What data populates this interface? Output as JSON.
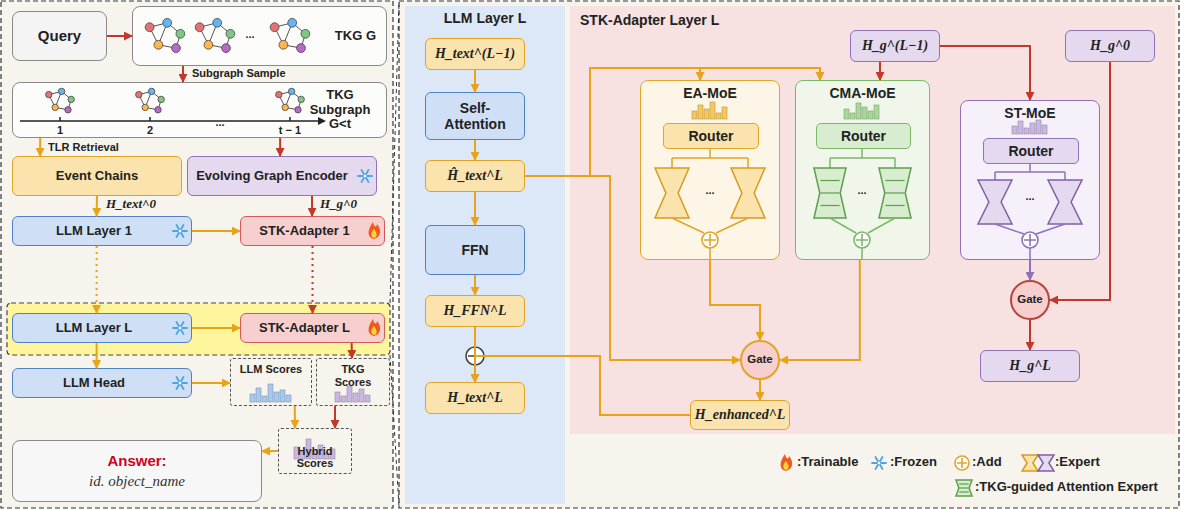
{
  "diagram": {
    "nodes": [
      {
        "text": [
          "Query"
        ]
      },
      {
        "text": [
          "TKG G"
        ]
      },
      {
        "text": [
          "TKG Subgraph G<t"
        ]
      },
      {
        "text": [
          "Event Chains"
        ]
      },
      {
        "text": [
          "Evolving Graph Encoder"
        ]
      },
      {
        "text": [
          "LLM Layer 1"
        ]
      },
      {
        "text": [
          "STK-Adapter 1"
        ]
      },
      {
        "text": [
          "LLM Layer L"
        ]
      },
      {
        "text": [
          "STK-Adapter L"
        ]
      },
      {
        "text": [
          "LLM Head"
        ]
      },
      {
        "text": [
          "LLM Scores"
        ]
      },
      {
        "text": [
          "TKG Scores"
        ]
      },
      {
        "text": [
          "Hybrid Scores"
        ]
      },
      {
        "text": [
          "Answer:",
          "id. object_name"
        ]
      },
      {
        "text": [
          "LLM Layer L"
        ]
      },
      {
        "text": [
          "H_text^(L−1)"
        ],
        "in": 14
      },
      {
        "text": [
          "Self-Attention"
        ],
        "in": 14
      },
      {
        "text": [
          "Ĥ_text^L"
        ],
        "in": 14
      },
      {
        "text": [
          "FFN"
        ],
        "in": 14
      },
      {
        "text": [
          "H_FFN^L"
        ],
        "in": 14
      },
      {
        "text": [
          "H_text^L"
        ],
        "in": 14
      },
      {
        "text": [
          "STK-Adapter Layer L"
        ]
      },
      {
        "text": [
          "H_g^(L−1)"
        ],
        "in": 21
      },
      {
        "text": [
          "H_g^0"
        ],
        "in": 21
      },
      {
        "text": [
          "EA-MoE"
        ],
        "in": 21
      },
      {
        "text": [
          "Router"
        ],
        "in": 24
      },
      {
        "text": [
          "CMA-MoE"
        ],
        "in": 21
      },
      {
        "text": [
          "Router"
        ],
        "in": 26
      },
      {
        "text": [
          "ST-MoE"
        ],
        "in": 21
      },
      {
        "text": [
          "Router"
        ],
        "in": 28
      },
      {
        "text": [
          "Gate"
        ],
        "in": 21
      },
      {
        "text": [
          "Gate"
        ],
        "in": 21
      },
      {
        "text": [
          "H_enhanced^L"
        ],
        "in": 21
      },
      {
        "text": [
          "H_g^L"
        ],
        "in": 21
      }
    ],
    "edges": [
      {
        "from": 0,
        "to": 1,
        "arrow": "to"
      },
      {
        "from": 1,
        "to": 2,
        "label": "Subgraph Sample",
        "arrow": "to"
      },
      {
        "from": 2,
        "to": 3,
        "label": "TLR Retrieval",
        "arrow": "to"
      },
      {
        "from": 2,
        "to": 4,
        "arrow": "to"
      },
      {
        "from": 3,
        "to": 5,
        "label": "H_text^0",
        "arrow": "to"
      },
      {
        "from": 4,
        "to": 6,
        "label": "H_g^0",
        "arrow": "to"
      },
      {
        "from": 5,
        "to": 6,
        "arrow": "to"
      },
      {
        "from": 5,
        "to": 7,
        "arrow": "to"
      },
      {
        "from": 6,
        "to": 8,
        "arrow": "to"
      },
      {
        "from": 7,
        "to": 8,
        "arrow": "to"
      },
      {
        "from": 7,
        "to": 9,
        "arrow": "to"
      },
      {
        "from": 9,
        "to": 10,
        "arrow": "to"
      },
      {
        "from": 8,
        "to": 11,
        "arrow": "to"
      },
      {
        "from": 10,
        "to": 12,
        "arrow": "to"
      },
      {
        "from": 11,
        "to": 12,
        "arrow": "to"
      },
      {
        "from": 12,
        "to": 13,
        "arrow": "to"
      },
      {
        "from": 15,
        "to": 16,
        "arrow": "to"
      },
      {
        "from": 16,
        "to": 17,
        "arrow": "to"
      },
      {
        "from": 17,
        "to": 18,
        "arrow": "to"
      },
      {
        "from": 18,
        "to": 19,
        "arrow": "to"
      },
      {
        "from": 19,
        "to": 20,
        "arrow": "to"
      },
      {
        "from": 32,
        "to": 20,
        "arrow": "to"
      },
      {
        "from": 17,
        "to": 24,
        "arrow": "to"
      },
      {
        "from": 17,
        "to": 26,
        "arrow": "to"
      },
      {
        "from": 22,
        "to": 26,
        "arrow": "to"
      },
      {
        "from": 22,
        "to": 28,
        "arrow": "to"
      },
      {
        "from": 24,
        "to": 30,
        "arrow": "to"
      },
      {
        "from": 26,
        "to": 30,
        "arrow": "to"
      },
      {
        "from": 17,
        "to": 30,
        "arrow": "to"
      },
      {
        "from": 30,
        "to": 32,
        "arrow": "to"
      },
      {
        "from": 28,
        "to": 31,
        "arrow": "to"
      },
      {
        "from": 23,
        "to": 31,
        "arrow": "to"
      },
      {
        "from": 31,
        "to": 33,
        "arrow": "to"
      }
    ],
    "labels": [
      "...",
      "1",
      "2",
      "...",
      "t − 1",
      "...",
      "...",
      "..."
    ],
    "legend": [
      {
        "text": ":Trainable"
      },
      {
        "text": ":Frozen"
      },
      {
        "text": ":Add"
      },
      {
        "text": ":Expert"
      },
      {
        "text": ":TKG-guided Attention Expert"
      }
    ]
  }
}
